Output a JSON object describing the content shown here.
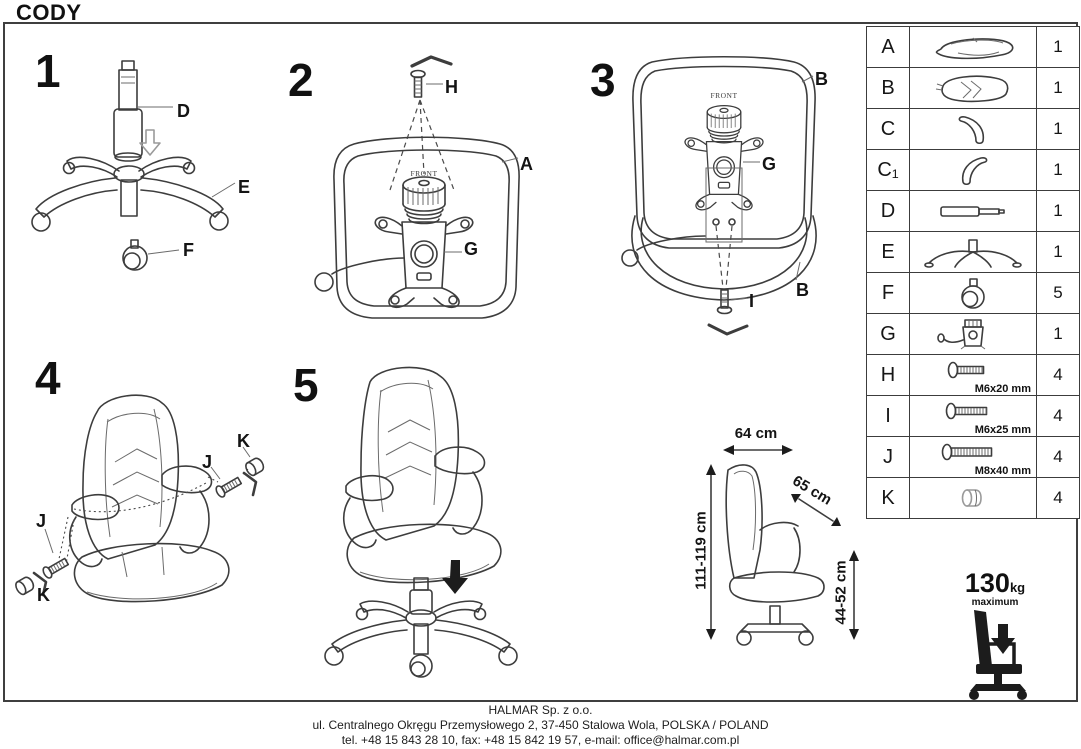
{
  "title": "CODY",
  "steps": [
    {
      "number": "1",
      "labels": {
        "D": "D",
        "E": "E",
        "F": "F"
      }
    },
    {
      "number": "2",
      "front_label": "FRONT",
      "labels": {
        "H": "H",
        "A": "A",
        "G": "G"
      }
    },
    {
      "number": "3",
      "front_label": "FRONT",
      "labels": {
        "B_top": "B",
        "G": "G",
        "B_bottom": "B",
        "I": "I"
      }
    },
    {
      "number": "4",
      "labels": {
        "K_right": "K",
        "J_right": "J",
        "J_left": "J",
        "K_left": "K"
      }
    },
    {
      "number": "5"
    }
  ],
  "dimensions": {
    "width": "64 cm",
    "depth": "65 cm",
    "total_height": "111-119 cm",
    "seat_height": "44-52 cm"
  },
  "parts_table": {
    "rows": [
      {
        "id": "A",
        "icon": "seat-cushion",
        "qty": "1"
      },
      {
        "id": "B",
        "icon": "backrest-cushion",
        "qty": "1"
      },
      {
        "id": "C",
        "icon": "armrest-pad",
        "qty": "1"
      },
      {
        "id": "C₁",
        "icon": "armrest-pad-mirrored",
        "qty": "1"
      },
      {
        "id": "D",
        "icon": "gas-lift-column",
        "qty": "1"
      },
      {
        "id": "E",
        "icon": "five-star-base",
        "qty": "1"
      },
      {
        "id": "F",
        "icon": "caster-wheel",
        "qty": "5"
      },
      {
        "id": "G",
        "icon": "tilt-mechanism",
        "qty": "1"
      },
      {
        "id": "H",
        "icon": "bolt",
        "size": "M6x20 mm",
        "qty": "4"
      },
      {
        "id": "I",
        "icon": "bolt",
        "size": "M6x25 mm",
        "qty": "4"
      },
      {
        "id": "J",
        "icon": "bolt",
        "size": "M8x40 mm",
        "qty": "4"
      },
      {
        "id": "K",
        "icon": "cover-cap",
        "qty": "4"
      }
    ]
  },
  "weight_limit": {
    "value": "130",
    "unit": "kg",
    "note": "maximum"
  },
  "footer": {
    "company": "HALMAR Sp. z o.o.",
    "address": "ul. Centralnego Okręgu Przemysłowego 2, 37-450 Stalowa Wola, POLSKA / POLAND",
    "contact": "tel. +48 15 843 28 10, fax: +48 15 842 19 57, e-mail: office@halmar.com.pl"
  }
}
